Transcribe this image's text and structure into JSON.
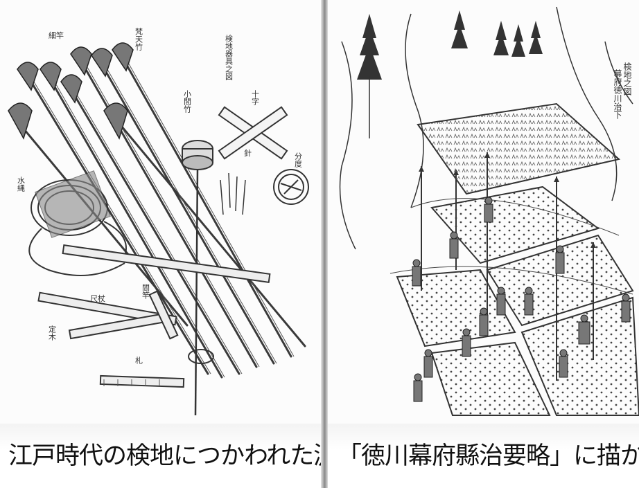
{
  "captions": {
    "left": "江戸時代の検地につかわれた測量用具",
    "right": "「徳川幕府縣治要略」に描かれた検地"
  },
  "left_labels": {
    "title": "検地器具之図",
    "hosozao": "細竿",
    "bonten": "梵天竹",
    "kojaku": "小間竹",
    "juji": "十字",
    "suinawa": "水縄",
    "bunken": "分度",
    "hari": "針",
    "ken": "間竿",
    "shakujo": "尺杖",
    "joki": "定木",
    "fuda": "札"
  },
  "right_labels": {
    "title": "検地之図",
    "subtitle": "幕府徳川治下"
  },
  "icons": {
    "left_illustration": "surveying-tools-drawing",
    "right_illustration": "land-survey-scene-drawing"
  }
}
